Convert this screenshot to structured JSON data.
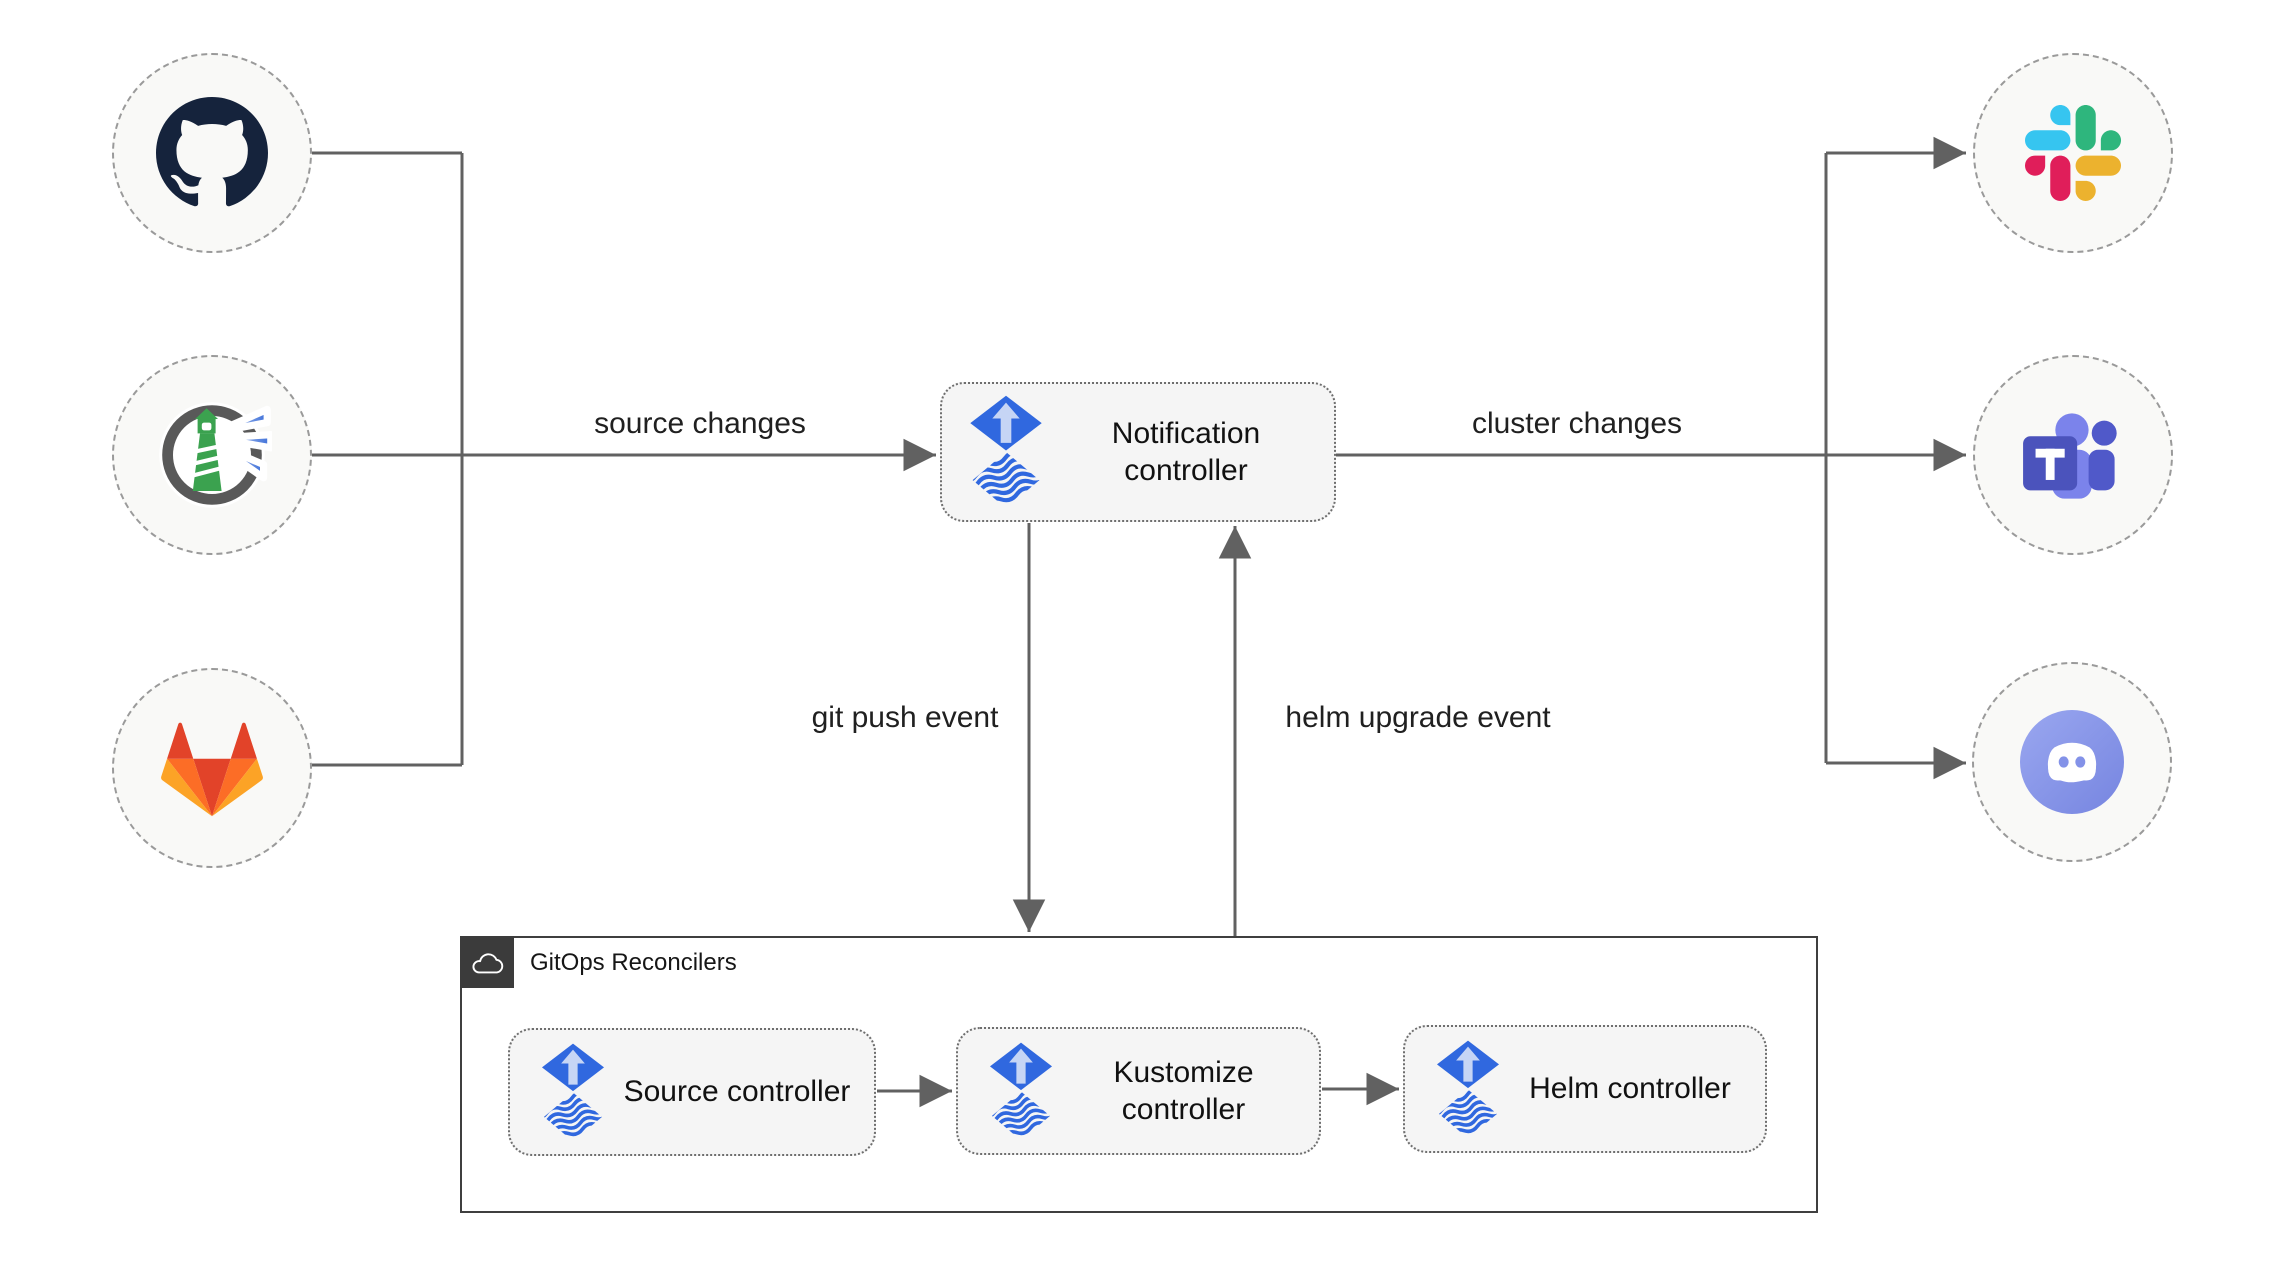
{
  "diagram": {
    "edges": {
      "source_changes": "source changes",
      "cluster_changes": "cluster changes",
      "git_push": "git push event",
      "helm_upgrade": "helm upgrade event"
    },
    "nodes": {
      "notification": {
        "label": "Notification controller",
        "icon": "flux-icon"
      },
      "source": {
        "label": "Source controller",
        "icon": "flux-icon"
      },
      "kustomize": {
        "label": "Kustomize controller",
        "icon": "flux-icon"
      },
      "helm": {
        "label": "Helm controller",
        "icon": "flux-icon"
      }
    },
    "group": {
      "label": "GitOps Reconcilers",
      "icon": "cloud-icon"
    },
    "sources": [
      {
        "icon": "github-icon"
      },
      {
        "icon": "harbor-icon"
      },
      {
        "icon": "gitlab-icon"
      }
    ],
    "targets": [
      {
        "icon": "slack-icon"
      },
      {
        "icon": "teams-icon"
      },
      {
        "icon": "discord-icon"
      }
    ],
    "colors": {
      "line": "#616161",
      "node_fill": "#f5f5f5",
      "node_border": "#6e6e6e",
      "circle_fill": "#f9f9f7",
      "circle_border": "#9a9a9a",
      "group_border": "#3f3f3f",
      "group_tab": "#3b3b3b",
      "flux_blue": "#3068df",
      "flux_arrow_light": "#c6d5f5",
      "github_dark": "#15233c",
      "harbor_green": "#3ba24f",
      "harbor_ring": "#595959",
      "gitlab_red": "#e24329",
      "gitlab_orange": "#fc6d26",
      "gitlab_yellow": "#fca326",
      "slack_blue": "#36c5f0",
      "slack_green": "#2eb67d",
      "slack_red": "#e01e5a",
      "slack_yellow": "#ecb22e",
      "teams_purple": "#4b53bc",
      "teams_light": "#7b83eb",
      "teams_mid": "#5059c9",
      "discord_blurple": "#8392e8",
      "text": "#1f1f1f"
    }
  }
}
